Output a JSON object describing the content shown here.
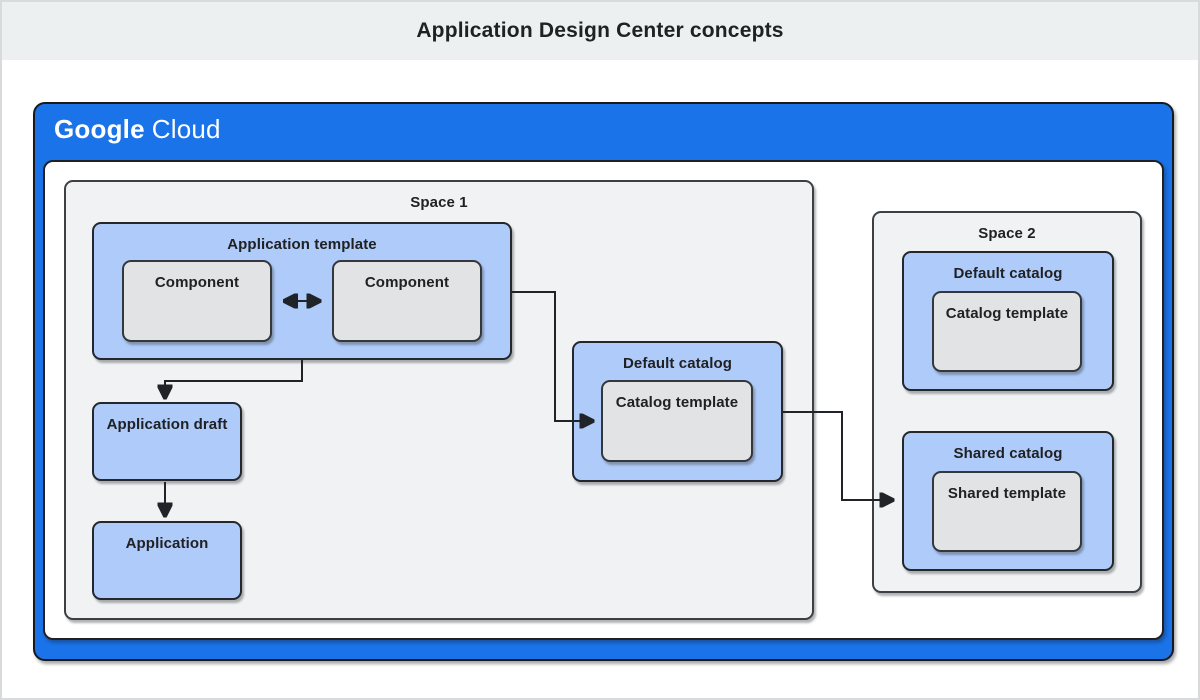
{
  "page": {
    "title": "Application Design Center concepts"
  },
  "brand": {
    "google": "Google",
    "cloud": "Cloud"
  },
  "space1": {
    "label": "Space 1",
    "application_template": {
      "label": "Application template",
      "components": [
        "Component",
        "Component"
      ]
    },
    "application_draft": {
      "label": "Application draft"
    },
    "application": {
      "label": "Application"
    },
    "default_catalog": {
      "label": "Default catalog",
      "template_label": "Catalog template"
    }
  },
  "space2": {
    "label": "Space 2",
    "default_catalog": {
      "label": "Default catalog",
      "template_label": "Catalog template"
    },
    "shared_catalog": {
      "label": "Shared catalog",
      "template_label": "Shared template"
    }
  },
  "connections": [
    {
      "from": "component-1",
      "to": "component-2",
      "type": "bidirectional"
    },
    {
      "from": "application-template",
      "to": "application-draft",
      "type": "arrow"
    },
    {
      "from": "application-draft",
      "to": "application",
      "type": "arrow"
    },
    {
      "from": "application-template",
      "to": "space1-catalog-template",
      "type": "arrow"
    },
    {
      "from": "space1-default-catalog",
      "to": "space2-shared-catalog",
      "type": "arrow"
    }
  ],
  "colors": {
    "google_blue": "#1a73e8",
    "light_blue_fill": "#aecbfa",
    "gray_fill": "#e1e3e5",
    "space_fill": "#f0f2f4",
    "header_band": "#edf0f1",
    "text": "#202124",
    "arrow": "#202327"
  }
}
